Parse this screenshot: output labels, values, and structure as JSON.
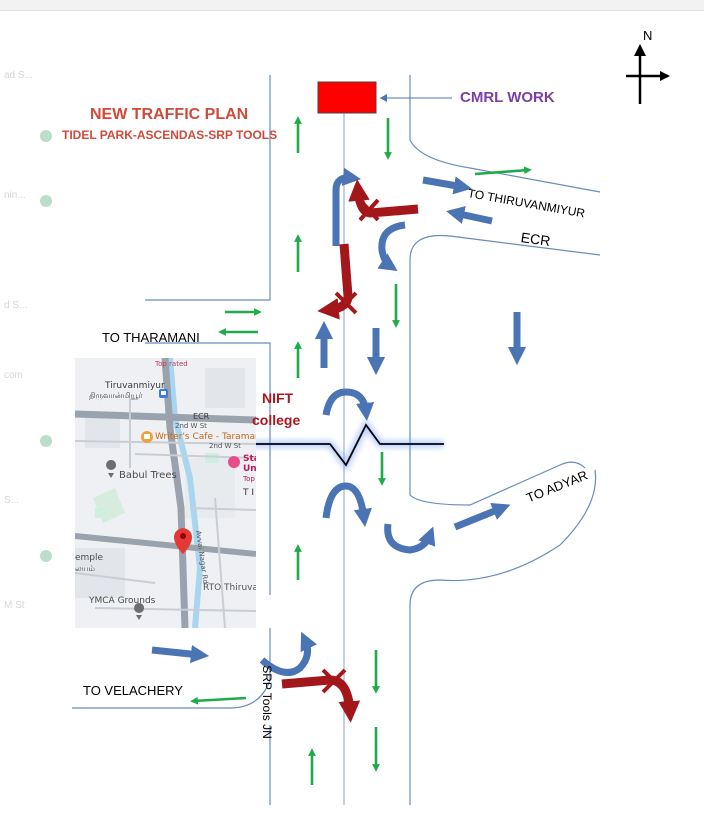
{
  "plan": {
    "title": "NEW TRAFFIC PLAN",
    "subtitle": "TIDEL PARK-ASCENDAS-SRP TOOLS"
  },
  "labels": {
    "cmrl_work": "CMRL WORK",
    "compass_north": "N",
    "to_thiruvanmiyur": "TO THIRUVANMIYUR",
    "ecr": "ECR",
    "to_tharamani": "TO THARAMANI",
    "nift_line1": "NIFT",
    "nift_line2": "college",
    "to_adyar": "TO ADYAR",
    "to_velachery": "TO VELACHERY",
    "srp_tools_jn": "SRP Tools JN"
  },
  "inset_map": {
    "top_rated": "Top rated",
    "tiruvanmiyur_en": "Tiruvanmiyur",
    "tiruvanmiyur_ta": "திருவான்மியூர்",
    "ecr": "ECR",
    "second_west_st_1": "2nd W St",
    "second_west_st_2": "2nd W St",
    "writers_cafe": "Writer's Cafe - Taramani",
    "babul_trees": "Babul Trees",
    "temple_en": "emple",
    "temple_ta": "லயம்",
    "ymca": "YMCA Grounds",
    "avvai_nagar": "Avvai Nagar Rd",
    "rto": "RTO Thiruva",
    "sta": "Sta",
    "uni": "Uni",
    "top": "Top",
    "ti": "T I"
  },
  "colors": {
    "green_arrow": "#1fab49",
    "blue_arrow": "#4a74b3",
    "red_arrow": "#a3161a",
    "cmrl_box": "#ff0000",
    "title_red": "#d04a3a",
    "cmrl_purple": "#7b3fa6",
    "nift_red": "#b0141e",
    "road_edge": "#6b8bbd"
  },
  "icons": [
    "compass-icon",
    "map-pin-icon",
    "cafe-pin-icon",
    "metro-station-icon",
    "blocked-turn-x-icon"
  ]
}
